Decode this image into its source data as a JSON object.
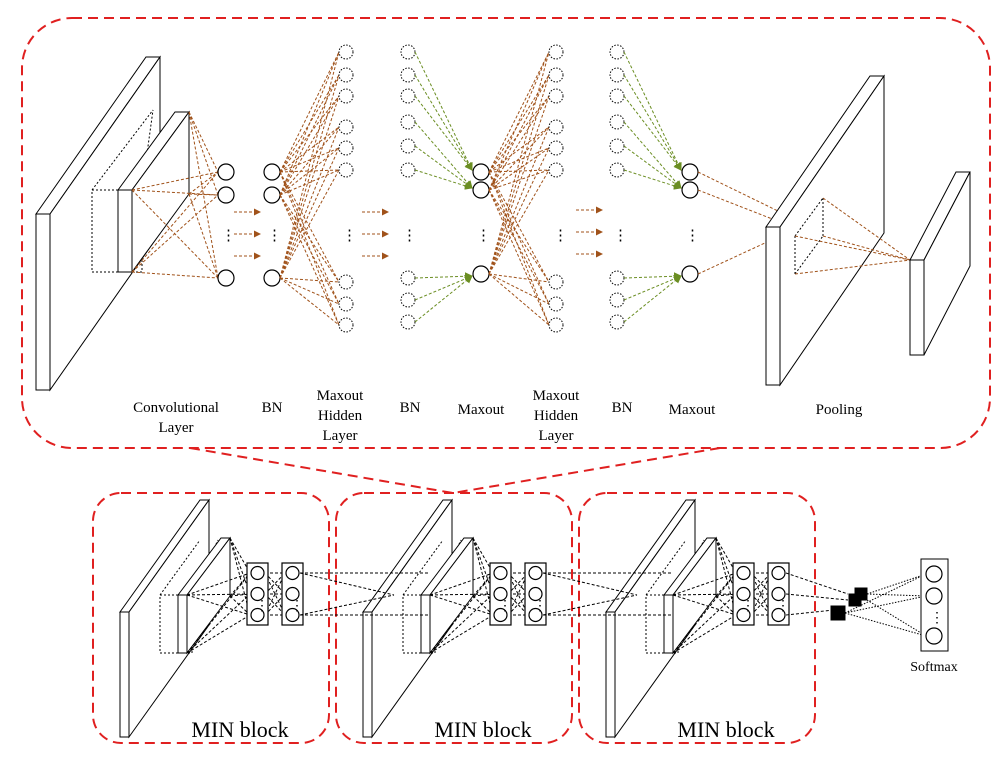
{
  "colors": {
    "border": "#e02020",
    "brown": "#a0521a",
    "green": "#6b8e23",
    "black": "#000000"
  },
  "top_detail": {
    "labels": {
      "conv": [
        "Convolutional",
        "Layer"
      ],
      "bn1": [
        "BN"
      ],
      "maxout_hidden1": [
        "Maxout",
        "Hidden",
        "Layer"
      ],
      "bn2": [
        "BN"
      ],
      "maxout1": [
        "Maxout"
      ],
      "maxout_hidden2": [
        "Maxout",
        "Hidden",
        "Layer"
      ],
      "bn3": [
        "BN"
      ],
      "maxout2": [
        "Maxout"
      ],
      "pooling": [
        "Pooling"
      ]
    }
  },
  "bottom": {
    "blocks": [
      {
        "label": "MIN block"
      },
      {
        "label": "MIN block"
      },
      {
        "label": "MIN block"
      }
    ],
    "softmax_label": "Softmax"
  }
}
